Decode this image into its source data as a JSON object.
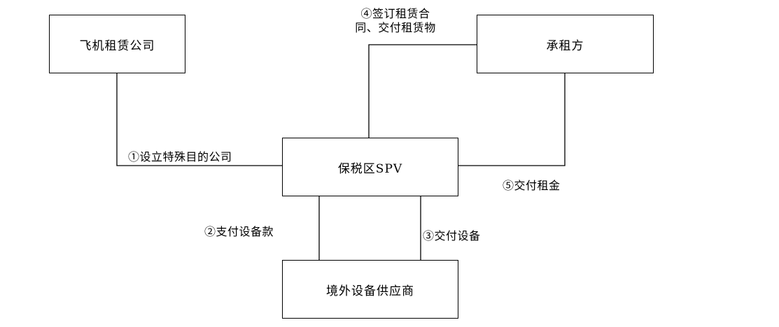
{
  "nodes": {
    "lessor_company": "飞机租赁公司",
    "lessee": "承租方",
    "spv": "保税区SPV",
    "supplier": "境外设备供应商"
  },
  "edges": {
    "step1": "①设立特殊目的公司",
    "step2": "②支付设备款",
    "step3": "③交付设备",
    "step4_line1": "④签订租赁合",
    "step4_line2": "同、交付租赁物",
    "step5": "⑤交付租金"
  }
}
